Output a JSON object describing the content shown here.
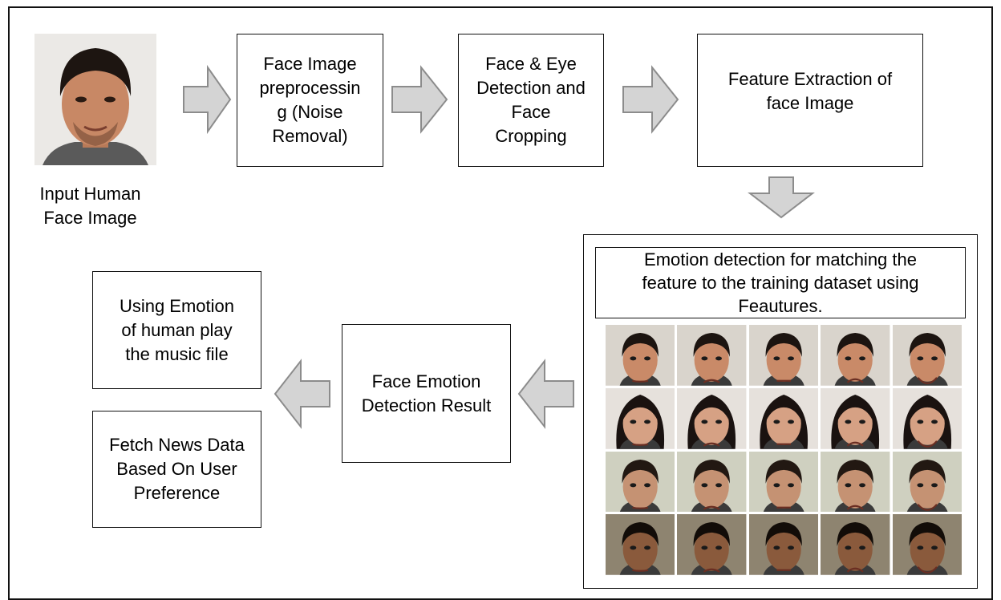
{
  "input": {
    "caption": "Input Human\nFace Image"
  },
  "steps": {
    "preprocessing": "Face Image\npreprocessin\ng (Noise\nRemoval)",
    "detection": "Face & Eye\nDetection and\nFace\nCropping",
    "extraction": "Feature Extraction of\nface Image",
    "emotion_detection": "Emotion detection for matching the\nfeature to the training dataset using\nFeautures.",
    "result": "Face Emotion\nDetection Result",
    "music": "Using Emotion\nof human play\nthe music file",
    "news": "Fetch News Data\nBased On User\nPreference"
  },
  "dataset": {
    "rows": [
      {
        "skin": "#c98a68",
        "hair": "#1c1410",
        "bg": "#d9d4cc",
        "long_hair": false
      },
      {
        "skin": "#d6a184",
        "hair": "#1a1210",
        "bg": "#e6e1dc",
        "long_hair": true
      },
      {
        "skin": "#c59273",
        "hair": "#221812",
        "bg": "#cfd0c0",
        "long_hair": false
      },
      {
        "skin": "#8a5a3c",
        "hair": "#120c08",
        "bg": "#8e8470",
        "long_hair": false
      }
    ],
    "columns": 5
  },
  "colors": {
    "arrow_fill": "#d4d4d4",
    "arrow_stroke": "#8c8c8c",
    "border": "#111111"
  }
}
